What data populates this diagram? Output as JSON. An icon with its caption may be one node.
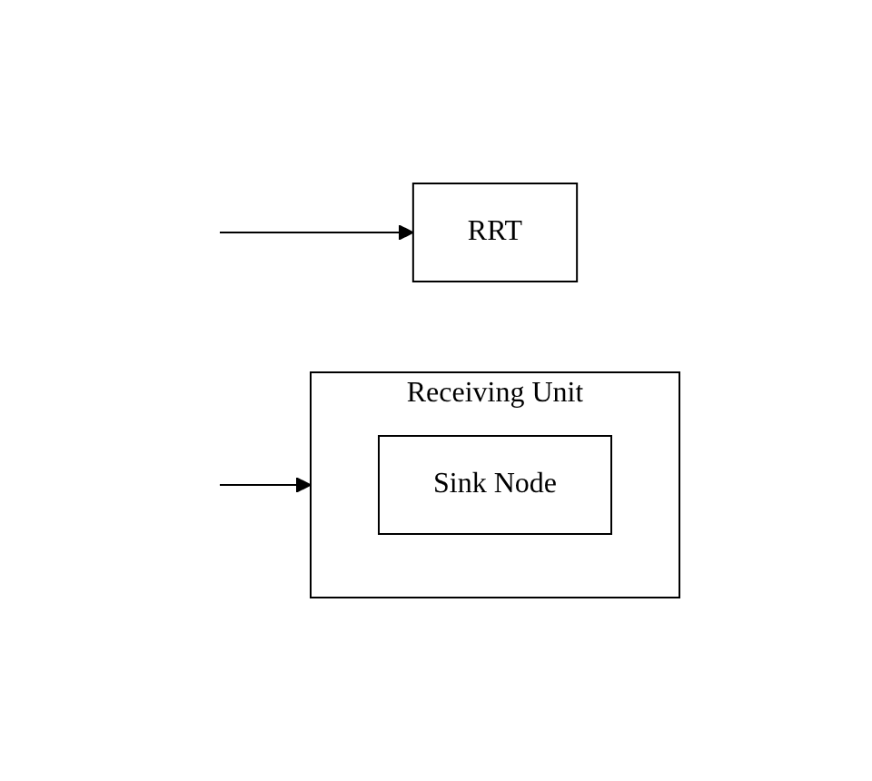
{
  "diagram": {
    "nodes": [
      {
        "text": [
          "RRT"
        ]
      },
      {
        "text": [
          "Receiving Unit"
        ]
      },
      {
        "text": [
          "Sink Node"
        ],
        "in": 1
      }
    ],
    "edges": [
      {
        "from": null,
        "to": 0,
        "arrow": "to"
      },
      {
        "from": null,
        "to": 1,
        "arrow": "to"
      }
    ]
  }
}
